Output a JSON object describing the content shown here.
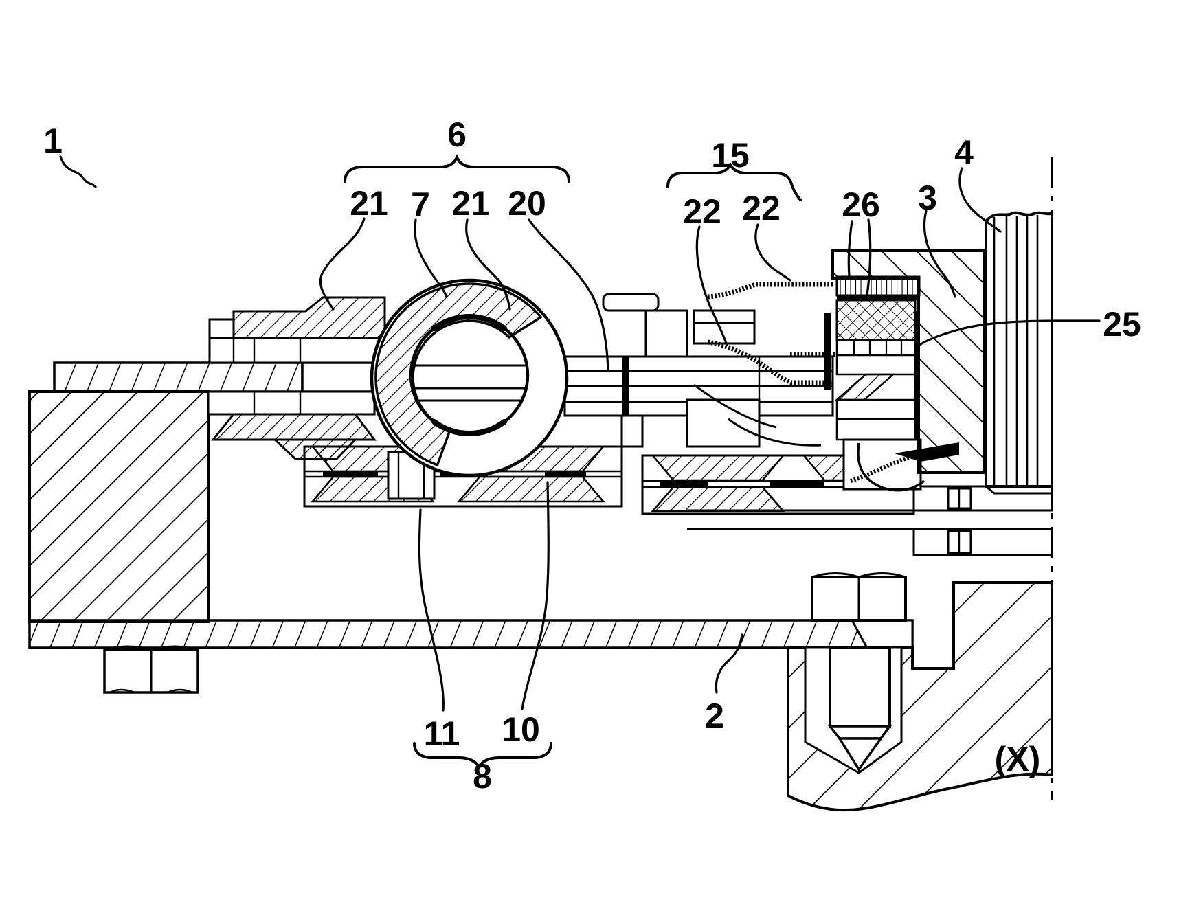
{
  "figure": {
    "kind": "patent-cross-section-drawing",
    "background_color": "#ffffff",
    "line_color": "#000000"
  },
  "labels": {
    "ref1": "1",
    "ref6": "6",
    "ref21a": "21",
    "ref7": "7",
    "ref21b": "21",
    "ref20": "20",
    "ref15": "15",
    "ref22a": "22",
    "ref22b": "22",
    "ref26": "26",
    "ref3": "3",
    "ref4": "4",
    "ref25": "25",
    "ref2": "2",
    "ref11": "11",
    "ref10": "10",
    "ref8": "8",
    "refX": "(X)"
  }
}
